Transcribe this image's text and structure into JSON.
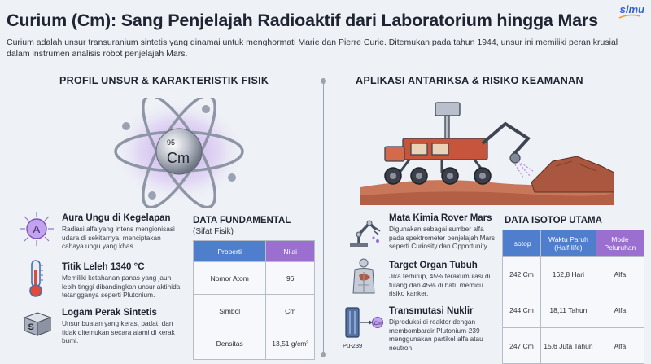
{
  "header": {
    "title": "Curium (Cm): Sang Penjelajah Radioaktif dari Laboratorium hingga Mars",
    "logo": "simu",
    "intro": "Curium adalah unsur transuranium sintetis yang dinamai untuk menghormati Marie dan Pierre Curie. Ditemukan pada tahun 1944, unsur ini memiliki peran krusial dalam instrumen analisis robot penjelajah Mars."
  },
  "left": {
    "heading": "PROFIL UNSUR & KARAKTERISTIK FISIK",
    "atom": {
      "number": "95",
      "symbol": "Cm"
    },
    "features": [
      {
        "icon": "radiation-glow-icon",
        "badge": "A",
        "title": "Aura Ungu di Kegelapan",
        "text": "Radiasi alfa yang intens mengionisasi udara di sekitarnya, menciptakan cahaya ungu yang khas."
      },
      {
        "icon": "thermometer-icon",
        "title": "Titik Leleh 1340 °C",
        "text": "Memiliki ketahanan panas yang jauh lebih tinggi dibandingkan unsur aktinida tetangganya seperti Plutonium."
      },
      {
        "icon": "metal-cube-icon",
        "badge": "S",
        "title": "Logam Perak Sintetis",
        "text": "Unsur buatan yang keras, padat, dan tidak ditemukan secara alami di kerak bumi."
      }
    ],
    "data_table": {
      "title": "DATA FUNDAMENTAL",
      "subtitle": "(Sifat Fisik)",
      "headers": [
        "Properti",
        "Nilai"
      ],
      "rows": [
        [
          "Nomor Atom",
          "96"
        ],
        [
          "Simbol",
          "Cm"
        ],
        [
          "Densitas",
          "13,51 g/cm³"
        ]
      ]
    }
  },
  "right": {
    "heading": "APLIKASI ANTARIKSA & RISIKO KEAMANAN",
    "features": [
      {
        "icon": "robot-arm-icon",
        "title": "Mata Kimia Rover Mars",
        "text": "Digunakan sebagai sumber alfa pada spektrometer penjelajah Mars seperti Curiosity dan Opportunity."
      },
      {
        "icon": "human-organ-icon",
        "title": "Target Organ Tubuh",
        "text": "Jika terhirup, 45% terakumulasi di tulang dan 45% di hati, memicu risiko kanker."
      },
      {
        "icon": "nuclear-reactor-icon",
        "title": "Transmutasi Nuklir",
        "text": "Diproduksi di reaktor dengan membombardir Plutonium-239 menggunakan partikel alfa atau neutron.",
        "label_in": "Pu-239",
        "label_out": "Cm"
      }
    ],
    "isotope_table": {
      "title": "DATA ISOTOP UTAMA",
      "headers": [
        "Isotop",
        "Waktu Paruh (Half-life)",
        "Mode Peluruhan"
      ],
      "rows": [
        [
          "242 Cm",
          "162,8 Hari",
          "Alfa"
        ],
        [
          "244 Cm",
          "18,11 Tahun",
          "Alfa"
        ],
        [
          "247 Cm",
          "15,6 Juta Tahun",
          "Alfa"
        ]
      ]
    }
  },
  "colors": {
    "accent_blue": "#4f7fcc",
    "accent_purple": "#9a6fd0",
    "background": "#eef1f6"
  }
}
